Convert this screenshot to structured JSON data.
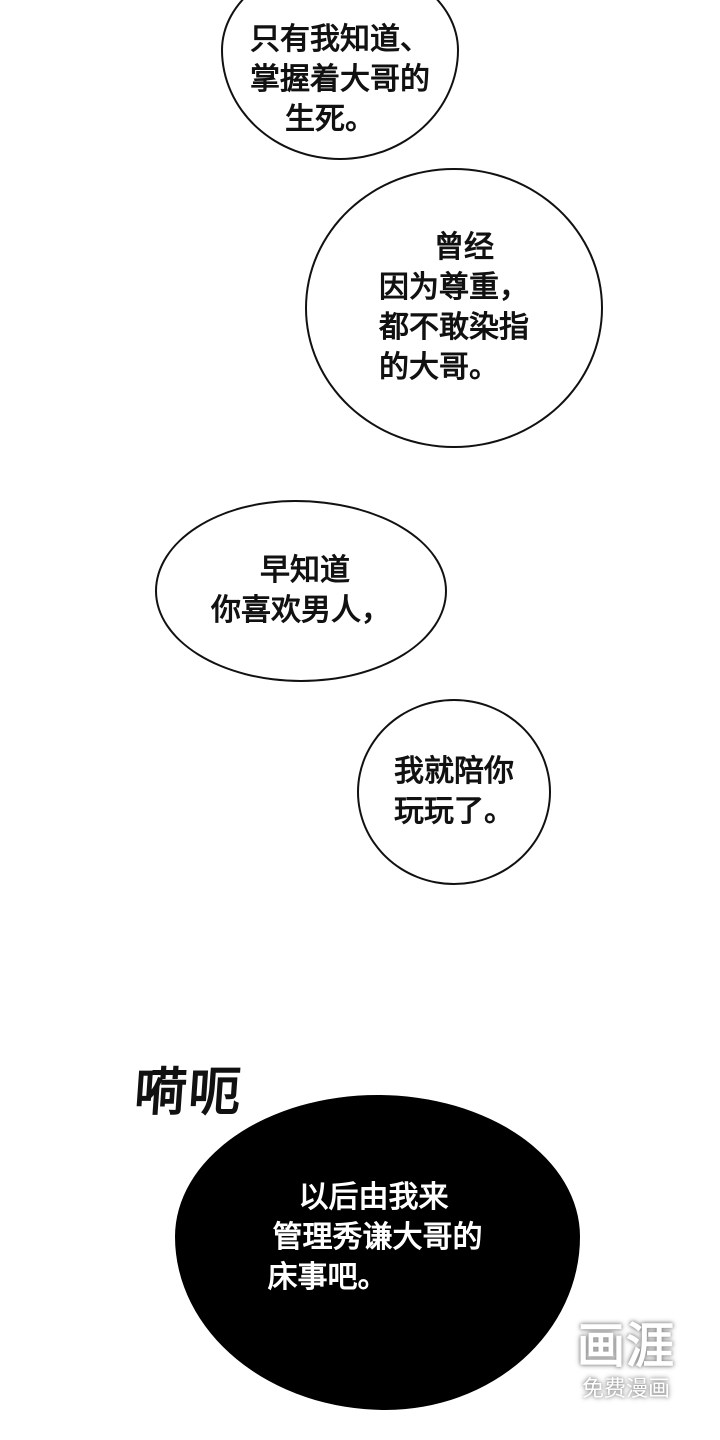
{
  "panel": {
    "background": "#ffffff",
    "bubbles": [
      {
        "style": "white",
        "lines": [
          "只有我知道、",
          "掌握着大哥的",
          "生死。"
        ]
      },
      {
        "style": "white",
        "lines": [
          "曾经",
          "因为尊重，",
          "都不敢染指",
          "的大哥。"
        ]
      },
      {
        "style": "white",
        "lines": [
          "早知道",
          "你喜欢男人，"
        ]
      },
      {
        "style": "white",
        "lines": [
          "我就陪你",
          "玩玩了。"
        ]
      },
      {
        "style": "black",
        "lines": [
          "以后由我来",
          "管理秀谦大哥的",
          "床事吧。"
        ]
      }
    ],
    "sound_effect": "嗬呃"
  },
  "watermark": {
    "logo": "画涯",
    "subtitle": "免费漫画"
  },
  "colors": {
    "ink": "#111111",
    "black_bubble": "#000000",
    "text_on_black": "#ffffff"
  }
}
